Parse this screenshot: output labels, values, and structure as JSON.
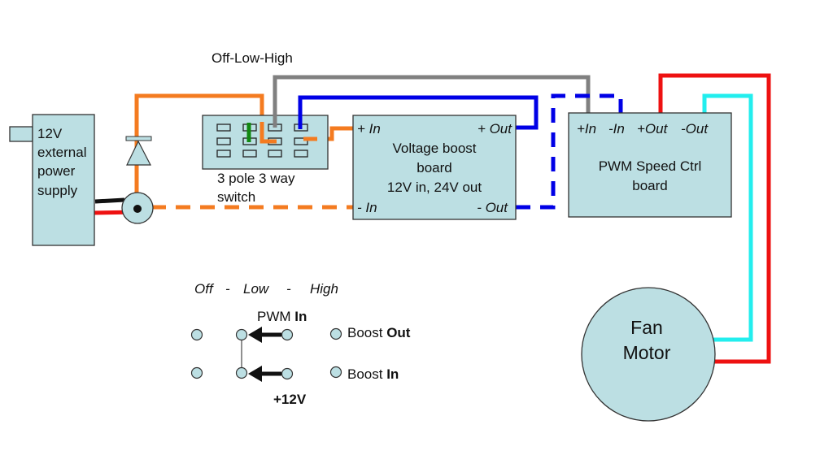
{
  "title": "Off-Low-High",
  "colors": {
    "component_fill": "#bcdfe3",
    "wire_orange": "#f47b20",
    "wire_blue": "#0000e6",
    "wire_gray": "#808080",
    "wire_red": "#ee1111",
    "wire_cyan": "#22eeee",
    "wire_black": "#111111",
    "jumper_green": "#118811"
  },
  "components": {
    "power_supply": {
      "lines": [
        "12V",
        "external",
        "power",
        "supply"
      ]
    },
    "switch": {
      "lines": [
        "3 pole 3 way",
        "switch"
      ]
    },
    "boost_board": {
      "plus_in": "+ In",
      "minus_in": "- In",
      "plus_out": "+ Out",
      "minus_out": "- Out",
      "lines": [
        "Voltage boost",
        "board",
        "12V in, 24V out"
      ]
    },
    "pwm_board": {
      "terminals": [
        "+In",
        "-In",
        "+Out",
        "-Out"
      ],
      "lines": [
        "PWM Speed Ctrl",
        "board"
      ]
    },
    "fan_motor": {
      "lines": [
        "Fan",
        "Motor"
      ]
    }
  },
  "legend": {
    "positions": {
      "off": "Off",
      "sep1": "-",
      "low": "Low",
      "sep2": "-",
      "high": "High"
    },
    "pwm_label_regular": "PWM ",
    "pwm_label_bold": "In",
    "boost_out_regular": "Boost ",
    "boost_out_bold": "Out",
    "boost_in_regular": "Boost ",
    "boost_in_bold": "In",
    "supply_label": "+12V"
  }
}
